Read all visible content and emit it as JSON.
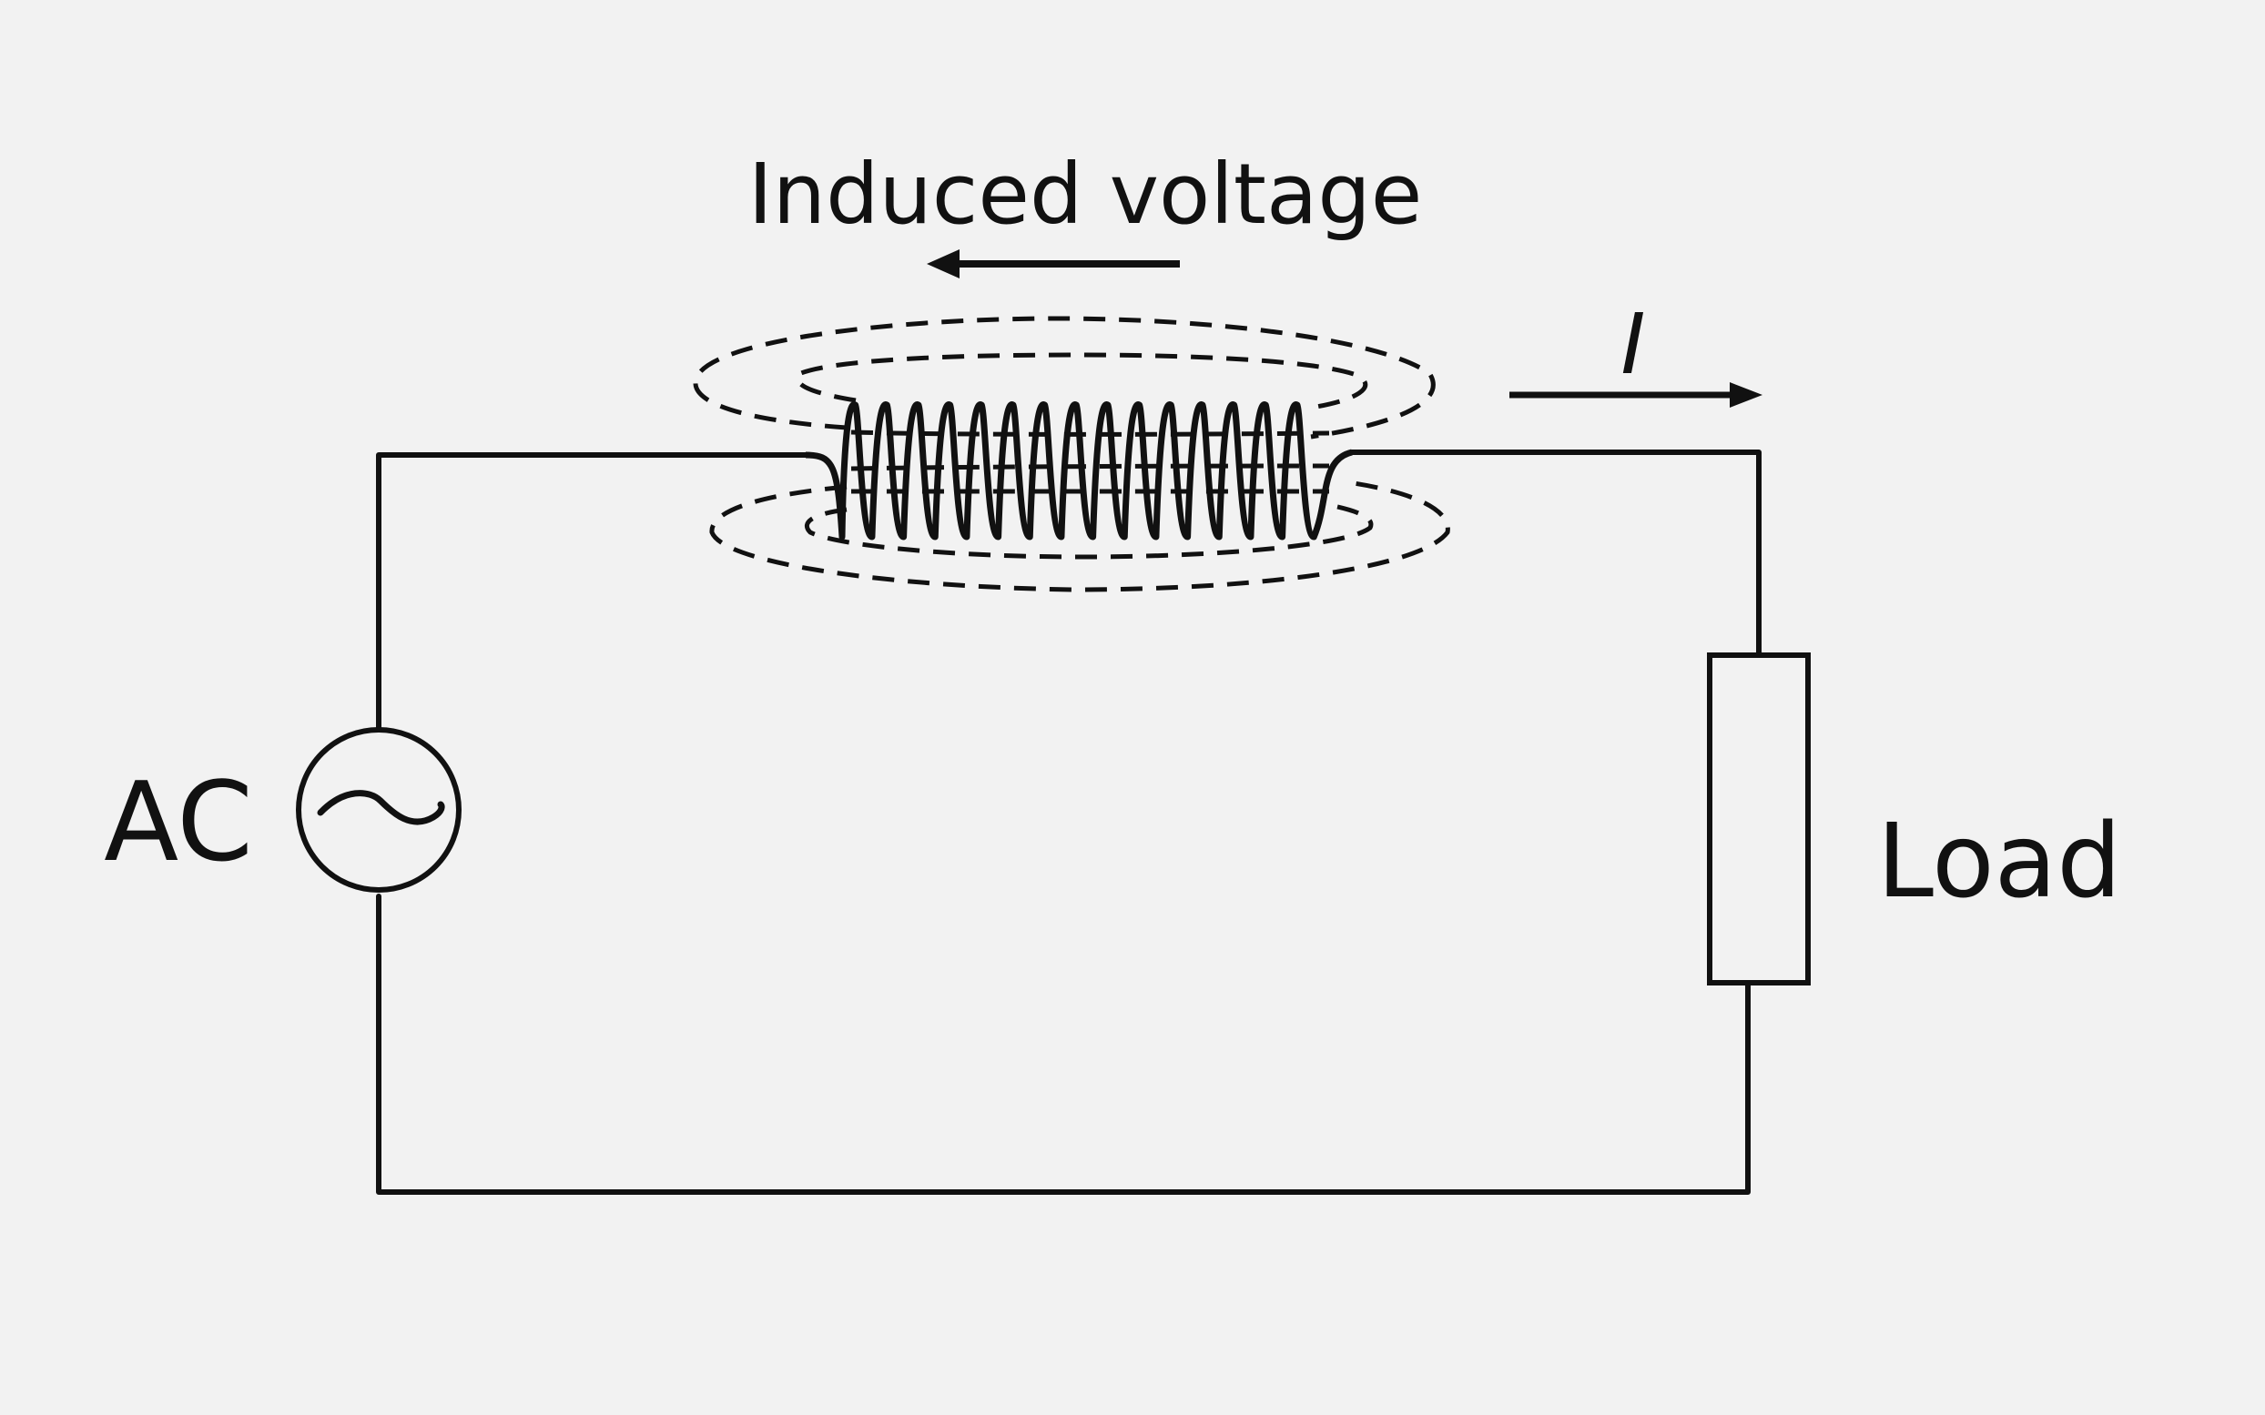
{
  "labels": {
    "induced_voltage": "Induced voltage",
    "current": "I",
    "source": "AC",
    "source_symbol": "~",
    "load": "Load"
  }
}
